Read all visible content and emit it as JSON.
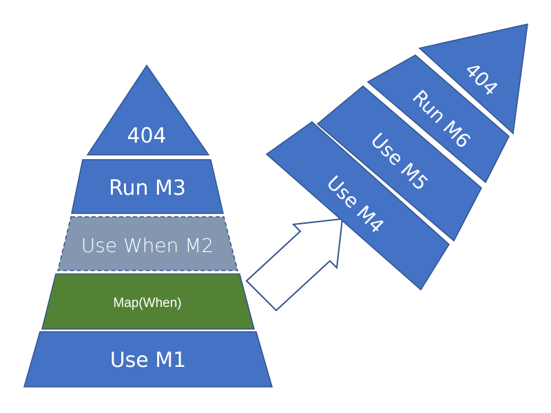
{
  "left_pyramid": {
    "top_label": "404",
    "layer_run": "Run M3",
    "layer_use_when": "Use When M2",
    "layer_map": "Map(When)",
    "layer_use": "Use M1"
  },
  "right_pyramid": {
    "top_label": "404",
    "layer_run": "Run M6",
    "layer_use_5": "Use M5",
    "layer_use_4": "Use M4"
  },
  "colors": {
    "layer_blue": "#4472c4",
    "layer_border": "#2f528f",
    "dashed_layer": "#8497b0",
    "map_green": "#548235",
    "arrow_stroke": "#2f528f",
    "background": "#ffffff"
  },
  "icons": {
    "arrow": "block-arrow-up-right-icon"
  }
}
